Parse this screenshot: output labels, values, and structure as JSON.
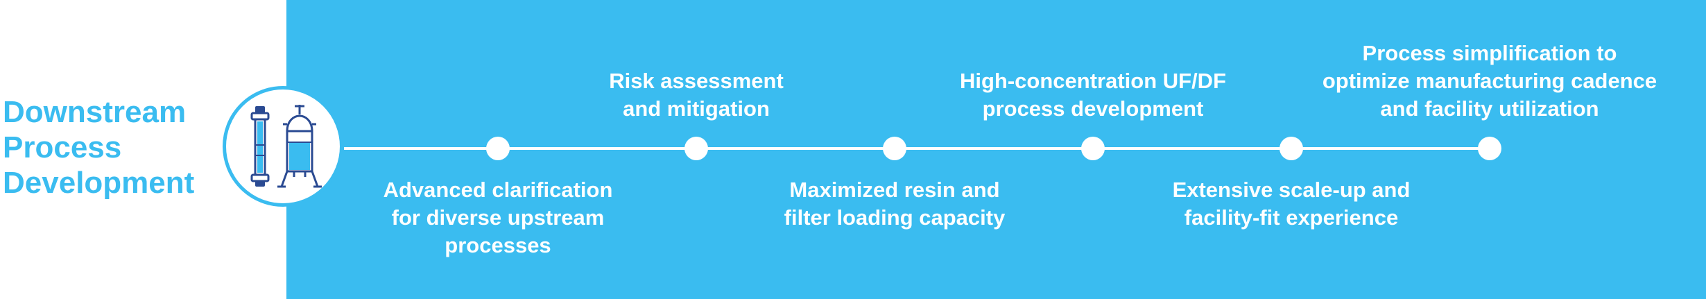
{
  "title": {
    "lines": [
      "Downstream",
      "Process",
      "Development"
    ]
  },
  "icon": {
    "name": "chromatography-column-icon"
  },
  "colors": {
    "accent": "#3abcf0",
    "icon_dark": "#2a4a92",
    "text_on_accent": "#ffffff"
  },
  "milestones": [
    {
      "position": "below",
      "lines": [
        "Advanced clarification",
        "for diverse upstream",
        "processes"
      ]
    },
    {
      "position": "above",
      "lines": [
        "Risk assessment",
        "and mitigation"
      ]
    },
    {
      "position": "below",
      "lines": [
        "Maximized resin and",
        "filter loading capacity"
      ]
    },
    {
      "position": "above",
      "lines": [
        "High-concentration UF/DF",
        "process development"
      ]
    },
    {
      "position": "below",
      "lines": [
        "Extensive scale-up and",
        "facility-fit experience"
      ]
    },
    {
      "position": "above",
      "lines": [
        "Process simplification to",
        "optimize manufacturing cadence",
        "and facility utilization"
      ]
    }
  ]
}
